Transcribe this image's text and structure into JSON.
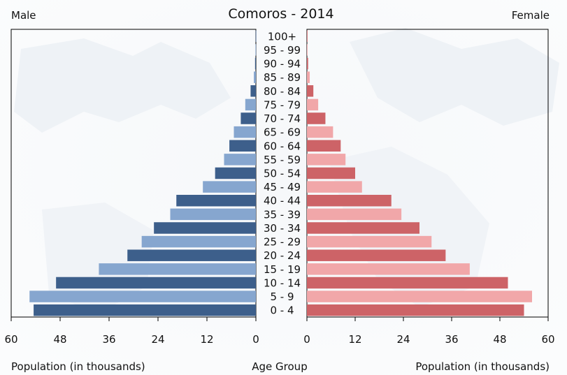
{
  "chart_data": {
    "type": "bar",
    "title": "Comoros - 2014",
    "left_label": "Male",
    "right_label": "Female",
    "xlabel_left": "Population (in thousands)",
    "xlabel_center": "Age Group",
    "xlabel_right": "Population (in thousands)",
    "xlim": [
      0,
      60
    ],
    "x_ticks_left": [
      "60",
      "48",
      "36",
      "24",
      "12",
      "0"
    ],
    "x_ticks_right": [
      "0",
      "12",
      "24",
      "36",
      "48",
      "60"
    ],
    "categories": [
      "0 - 4",
      "5 - 9",
      "10 - 14",
      "15 - 19",
      "20 - 24",
      "25 - 29",
      "30 - 34",
      "35 - 39",
      "40 - 44",
      "45 - 49",
      "50 - 54",
      "55 - 59",
      "60 - 64",
      "65 - 69",
      "70 - 74",
      "75 - 79",
      "80 - 84",
      "85 - 89",
      "90 - 94",
      "95 - 99",
      "100+"
    ],
    "series": [
      {
        "name": "Male",
        "values": [
          54.5,
          55.5,
          49,
          38.5,
          31.5,
          28,
          25,
          21,
          19.5,
          13,
          10,
          7.8,
          6.5,
          5.4,
          3.7,
          2.6,
          1.3,
          0.5,
          0.2,
          0.1,
          0.05
        ]
      },
      {
        "name": "Female",
        "values": [
          54,
          56,
          50,
          40.5,
          34.5,
          31,
          28,
          23.5,
          21,
          13.7,
          12,
          9.6,
          8.4,
          6.5,
          4.6,
          2.8,
          1.6,
          0.7,
          0.3,
          0.15,
          0.05
        ]
      }
    ],
    "colors": {
      "male_dark": "#3d5f8b",
      "male_light": "#86a6cf",
      "female_dark": "#cd6367",
      "female_light": "#f1a7a9"
    },
    "grid": false
  }
}
